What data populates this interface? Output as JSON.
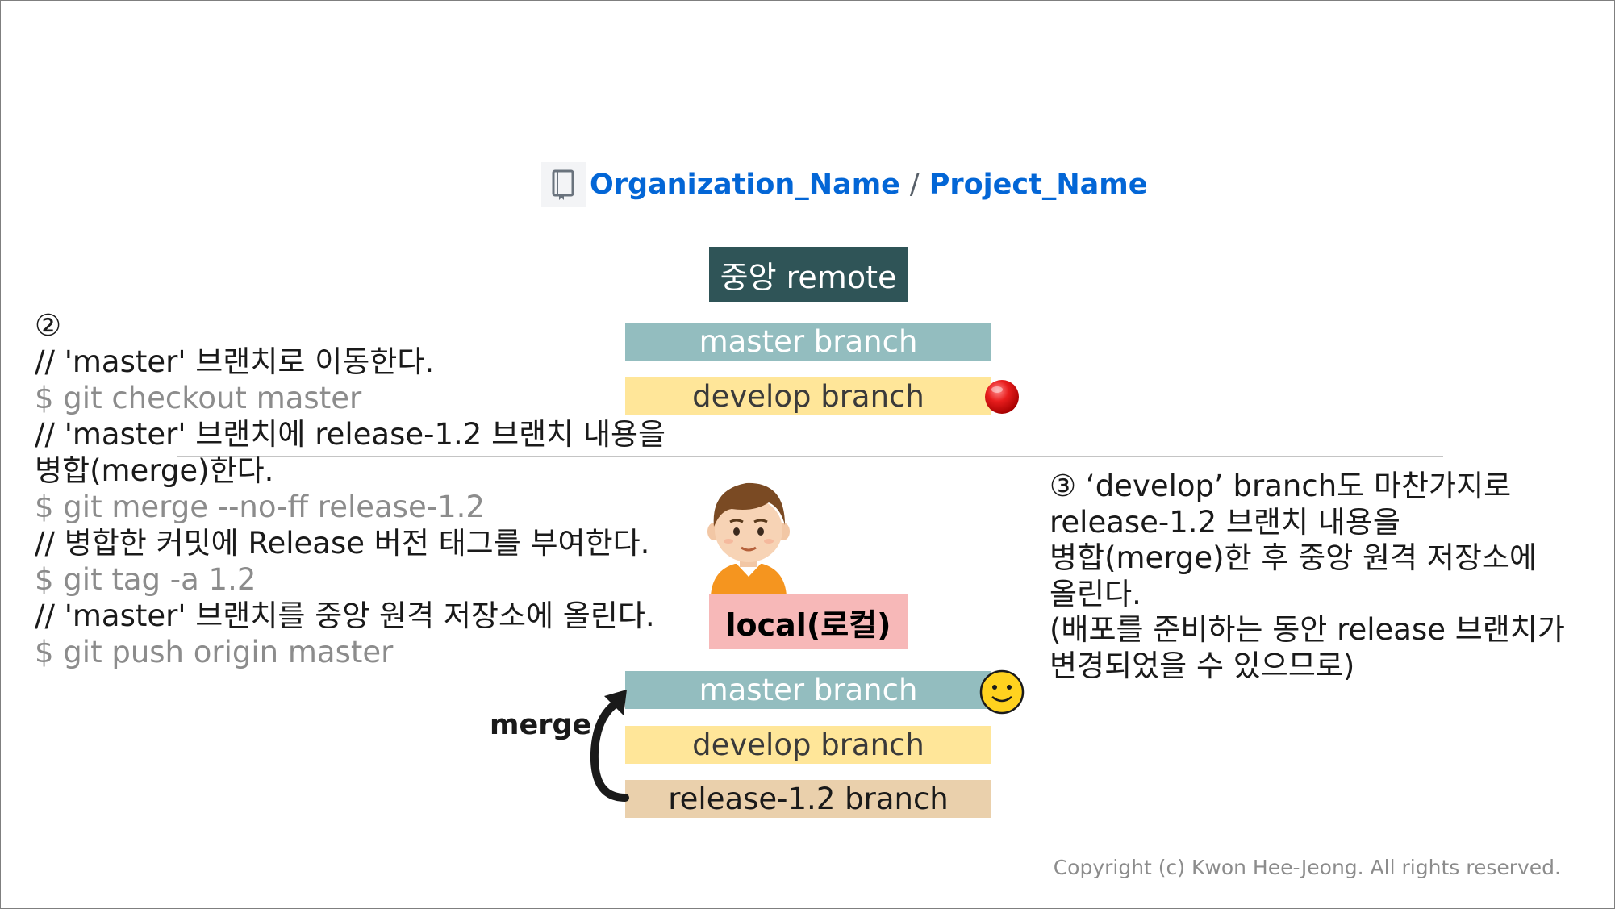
{
  "repo": {
    "organization": "Organization_Name",
    "separator": "/",
    "project": "Project_Name",
    "icon": "repo-book-icon"
  },
  "remote": {
    "label": "중앙 remote",
    "master_label": "master branch",
    "develop_label": "develop branch",
    "develop_marker": "red-circle-icon"
  },
  "local": {
    "label": "local(로컬)",
    "avatar": "boy-avatar-icon",
    "master_label": "master branch",
    "master_marker": "smiley-face-icon",
    "develop_label": "develop branch",
    "release_label": "release-1.2 branch",
    "merge_label": "merge"
  },
  "left_text": {
    "lines": [
      {
        "text": "②",
        "style": "comment"
      },
      {
        "text": "// 'master' 브랜치로 이동한다.",
        "style": "comment"
      },
      {
        "text": "$ git checkout master",
        "style": "command"
      },
      {
        "text": "// 'master' 브랜치에 release-1.2 브랜치 내용을",
        "style": "comment"
      },
      {
        "text": "병합(merge)한다.",
        "style": "comment"
      },
      {
        "text": "$ git merge --no-ff release-1.2",
        "style": "command"
      },
      {
        "text": "// 병합한 커밋에 Release 버전 태그를 부여한다.",
        "style": "comment"
      },
      {
        "text": "$ git tag -a 1.2",
        "style": "command"
      },
      {
        "text": "// 'master' 브랜치를 중앙 원격 저장소에 올린다.",
        "style": "comment"
      },
      {
        "text": "$ git push origin master",
        "style": "command"
      }
    ]
  },
  "right_text": {
    "lines": [
      "③ ‘develop’ branch도 마찬가지로",
      "release-1.2 브랜치 내용을",
      "병합(merge)한 후 중앙 원격 저장소에",
      "올린다.",
      "(배포를 준비하는 동안 release 브랜치가",
      "변경되었을 수 있으므로)"
    ]
  },
  "footer": {
    "copyright": "Copyright (c) Kwon Hee-Jeong. All rights reserved."
  },
  "colors": {
    "link": "#0366d6",
    "remote_box": "#2f5457",
    "master_branch": "#93bdbf",
    "develop_branch": "#ffe699",
    "release_branch": "#ead0ac",
    "local_box": "#f7b8b8",
    "command_text": "#8c8c8c"
  }
}
